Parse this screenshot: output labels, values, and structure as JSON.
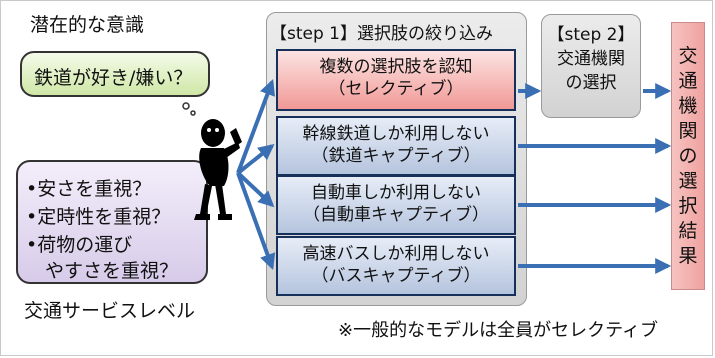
{
  "subconscious_label": "潜在的な意識",
  "subconscious_bubble_text": "鉄道が好き/嫌い？",
  "service_level_items": [
    "•安さを重視？",
    "•定時性を重視？",
    "•荷物の運び",
    "　やすさを重視？"
  ],
  "service_level_label": "交通サービスレベル",
  "step1": {
    "title": "【step 1】選択肢の絞り込み",
    "boxes": [
      {
        "line1": "複数の選択肢を認知",
        "line2": "（セレクティブ）"
      },
      {
        "line1": "幹線鉄道しか利用しない",
        "line2": "（鉄道キャプティブ）"
      },
      {
        "line1": "自動車しか利用しない",
        "line2": "（自動車キャプティブ）"
      },
      {
        "line1": "高速バスしか利用しない",
        "line2": "（バスキャプティブ）"
      }
    ]
  },
  "step2": {
    "line1": "【step 2】",
    "line2": "交通機関",
    "line3": "の選択"
  },
  "result_chars": [
    "交",
    "通",
    "機",
    "関",
    "の",
    "選",
    "択",
    "結",
    "果"
  ],
  "footnote": "※一般的なモデルは全員がセレクティブ",
  "colors": {
    "arrow": "#3a6fb4",
    "selective_box": "#f19996",
    "captive_box": "#b5c4de",
    "result_box": "#efa3a0"
  }
}
